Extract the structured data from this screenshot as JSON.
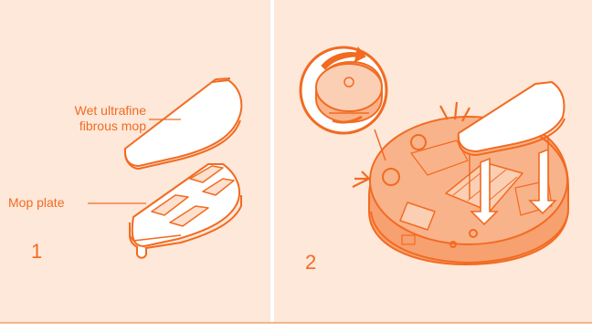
{
  "figure": {
    "accent_color": "#f26b21",
    "fill_color": "#f7a070",
    "panel_background": "#fde8da"
  },
  "panels": [
    {
      "step": "1",
      "labels": {
        "wet_mop_line1": "Wet ultrafine",
        "wet_mop_line2": "fibrous mop",
        "mop_plate": "Mop plate"
      }
    },
    {
      "step": "2"
    }
  ]
}
